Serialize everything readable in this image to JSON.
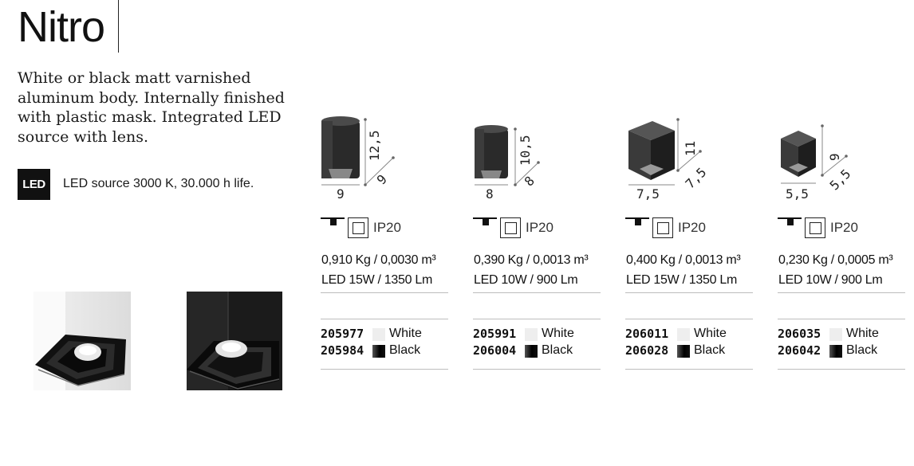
{
  "title": "Nitro",
  "description": [
    "White or black matt varnished",
    "aluminum body. Internally finished",
    "with plastic mask. Integrated LED",
    "source with lens."
  ],
  "led": {
    "badge": "LED",
    "text": "LED source 3000 K, 30.000 h life."
  },
  "colors": {
    "white_swatch": "#eeeeee",
    "black_swatch": "#000000"
  },
  "products": [
    {
      "shape": "round",
      "dims": {
        "height": "12,5",
        "depth": "9",
        "width": "9"
      },
      "icons": [
        "ceiling-mount-icon",
        "indoor-square-icon"
      ],
      "ip": "IP20",
      "weight_volume": "0,910 Kg / 0,0030 m³",
      "led": "LED 15W / 1350 Lm",
      "codes": [
        {
          "code": "205977",
          "color": "White"
        },
        {
          "code": "205984",
          "color": "Black"
        }
      ]
    },
    {
      "shape": "round",
      "dims": {
        "height": "10,5",
        "depth": "8",
        "width": "8"
      },
      "icons": [
        "ceiling-mount-icon",
        "indoor-square-icon"
      ],
      "ip": "IP20",
      "weight_volume": "0,390 Kg / 0,0013 m³",
      "led": "LED 10W / 900 Lm",
      "codes": [
        {
          "code": "205991",
          "color": "White"
        },
        {
          "code": "206004",
          "color": "Black"
        }
      ]
    },
    {
      "shape": "square",
      "dims": {
        "height": "11",
        "depth": "7,5",
        "width": "7,5"
      },
      "icons": [
        "ceiling-mount-icon",
        "indoor-square-icon"
      ],
      "ip": "IP20",
      "weight_volume": "0,400 Kg / 0,0013 m³",
      "led": "LED 15W / 1350 Lm",
      "codes": [
        {
          "code": "206011",
          "color": "White"
        },
        {
          "code": "206028",
          "color": "Black"
        }
      ]
    },
    {
      "shape": "square",
      "dims": {
        "height": "9",
        "depth": "5,5",
        "width": "5,5"
      },
      "icons": [
        "ceiling-mount-icon",
        "indoor-square-icon"
      ],
      "ip": "IP20",
      "weight_volume": "0,230 Kg / 0,0005 m³",
      "led": "LED 10W / 900 Lm",
      "codes": [
        {
          "code": "206035",
          "color": "White"
        },
        {
          "code": "206042",
          "color": "Black"
        }
      ]
    }
  ]
}
